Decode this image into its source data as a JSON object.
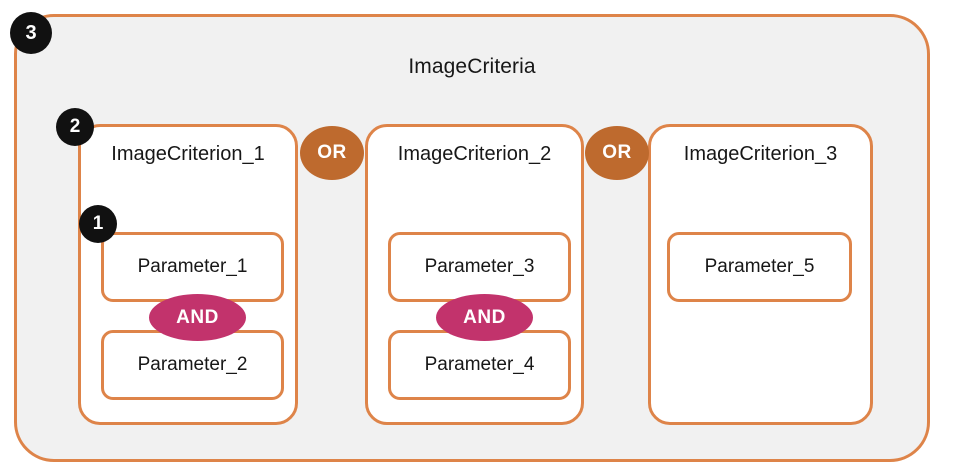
{
  "diagram": {
    "type": "nested-boolean-logic",
    "colors": {
      "container_border": "#DE8449",
      "container_background": "#F1F1F1",
      "box_background": "#FFFFFF",
      "or_node": "#BE6A2E",
      "and_node": "#C2336C",
      "badge": "#111111",
      "text": "#171717"
    },
    "root": {
      "label": "ImageCriteria",
      "badge": "3"
    },
    "criteria": [
      {
        "label": "ImageCriterion_1",
        "badge": "2",
        "parameters": [
          {
            "label": "Parameter_1",
            "badge": "1"
          },
          {
            "label": "Parameter_2"
          }
        ],
        "parameter_operator": "AND"
      },
      {
        "label": "ImageCriterion_2",
        "parameters": [
          {
            "label": "Parameter_3"
          },
          {
            "label": "Parameter_4"
          }
        ],
        "parameter_operator": "AND"
      },
      {
        "label": "ImageCriterion_3",
        "parameters": [
          {
            "label": "Parameter_5"
          }
        ],
        "parameter_operator": null
      }
    ],
    "criteria_operators": [
      "OR",
      "OR"
    ]
  }
}
